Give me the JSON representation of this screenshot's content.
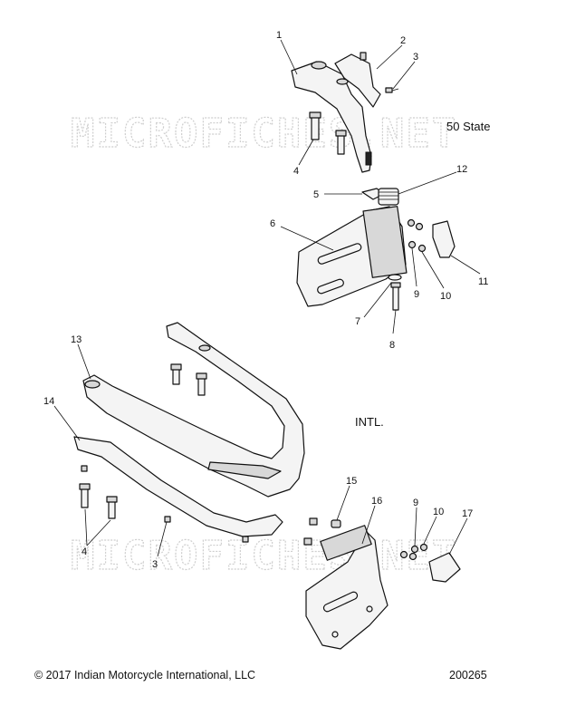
{
  "regions": {
    "top_label": "50 State",
    "bottom_label": "INTL."
  },
  "watermark": {
    "text": "MICROFICHES.NET"
  },
  "callouts": {
    "c1": "1",
    "c2": "2",
    "c3": "3",
    "c4": "4",
    "c5": "5",
    "c6": "6",
    "c7": "7",
    "c8": "8",
    "c9": "9",
    "c10": "10",
    "c11": "11",
    "c12": "12",
    "c13": "13",
    "c14": "14",
    "c3b": "3",
    "c4b": "4",
    "c15": "15",
    "c16": "16",
    "c9b": "9",
    "c10b": "10",
    "c17": "17"
  },
  "footer": {
    "copyright": "© 2017 Indian Motorcycle International, LLC",
    "diagram_id": "200265"
  }
}
